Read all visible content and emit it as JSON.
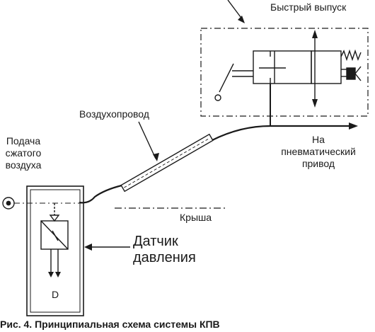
{
  "labels": {
    "quick_exhaust": "Быстрый выпуск",
    "air_line": "Воздухопровод",
    "supply_line1": "Подача",
    "supply_line2": "сжатого",
    "supply_line3": "воздуха",
    "to_actuator_line1": "На",
    "to_actuator_line2": "пневматический",
    "to_actuator_line3": "привод",
    "roof": "Крыша",
    "sensor_line1": "Датчик",
    "sensor_line2": "давления",
    "sensor_letter": "D"
  },
  "caption": "Рис. 4. Принципиальная схема системы КПВ"
}
